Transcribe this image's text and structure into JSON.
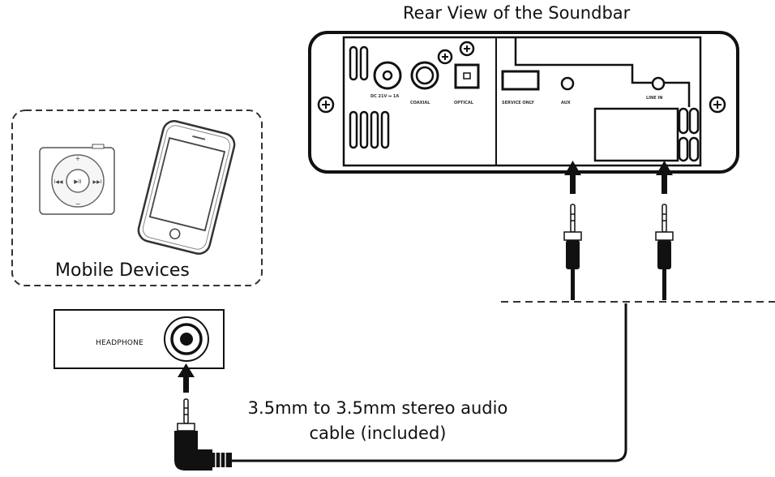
{
  "diagram": {
    "rear_view_title": "Rear View of the Soundbar",
    "mobile_devices_caption": "Mobile Devices",
    "headphone_label": "HEADPHONE",
    "cable_caption_line1": "3.5mm to 3.5mm stereo audio",
    "cable_caption_line2": "cable (included)",
    "port_labels": {
      "dc": "DC 21V ⎓ 1A",
      "coaxial": "COAXIAL",
      "optical": "OPTICAL",
      "service": "SERVICE ONLY",
      "aux": "AUX",
      "line_in": "LINE IN"
    },
    "icons": [
      "ipod-shuffle-icon",
      "smartphone-icon",
      "headphone-jack-icon",
      "audio-plug-icon",
      "arrow-up-icon",
      "screw-icon"
    ]
  }
}
